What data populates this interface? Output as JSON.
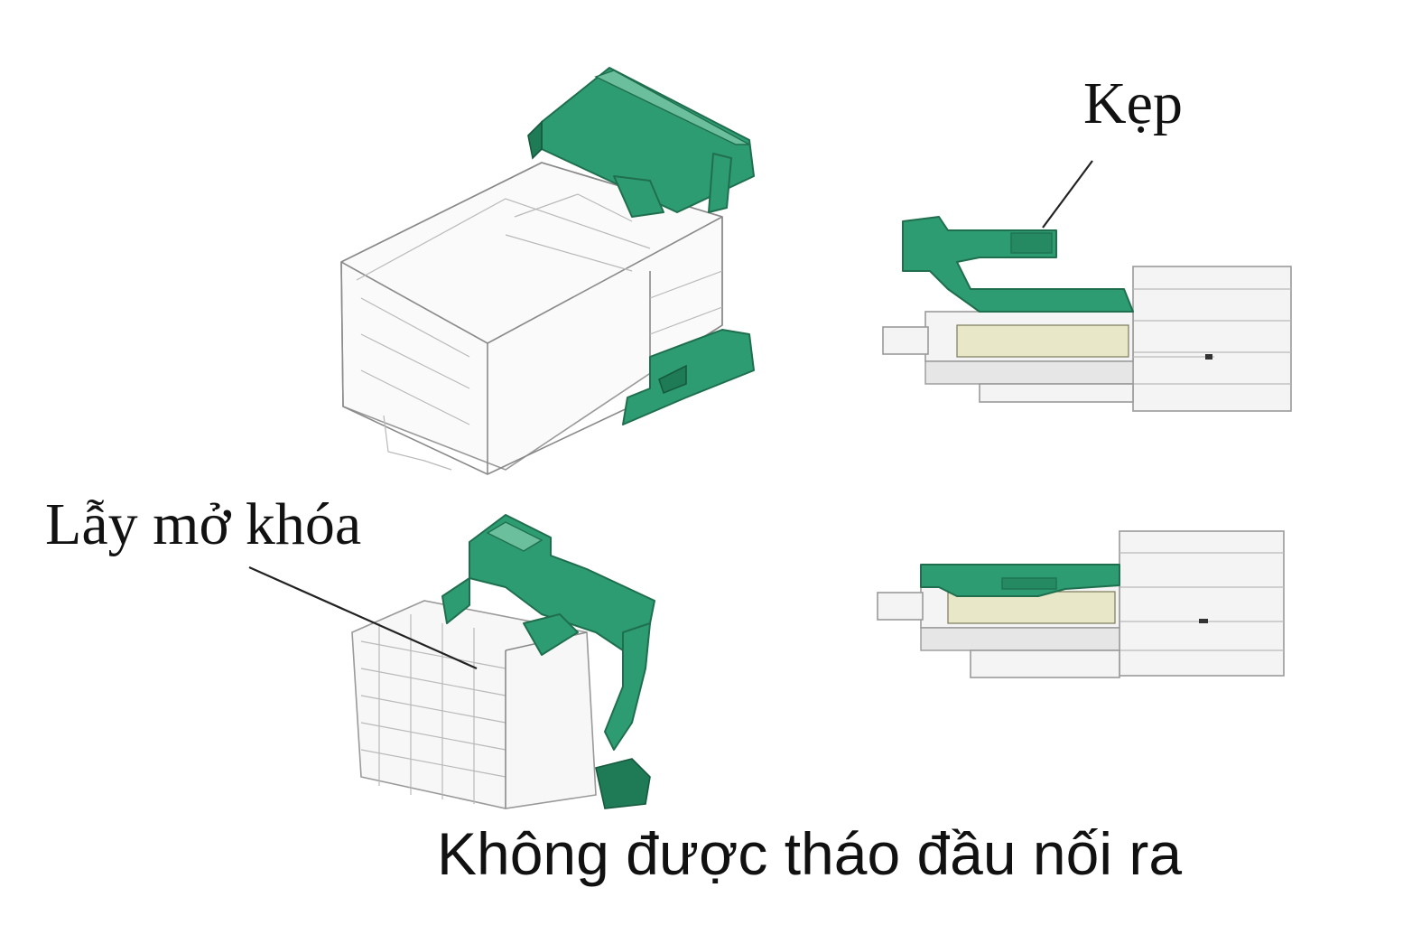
{
  "labels": {
    "clip": "Kẹp",
    "unlock_lever": "Lẫy mở khóa",
    "caption": "Không được tháo đầu nối ra"
  },
  "colors": {
    "clip_green": "#2e9c72",
    "clip_green_dark": "#1f6f4f",
    "housing_outline": "#8a8a8a",
    "contacts": "#e8e8c8",
    "text": "#111111",
    "background": "#ffffff"
  },
  "icons": {
    "top_left": "connector-isometric-locked-icon",
    "bottom_left": "connector-isometric-lever-icon",
    "top_right": "connector-side-view-clip-raised-icon",
    "bottom_right": "connector-side-view-clip-seated-icon"
  }
}
